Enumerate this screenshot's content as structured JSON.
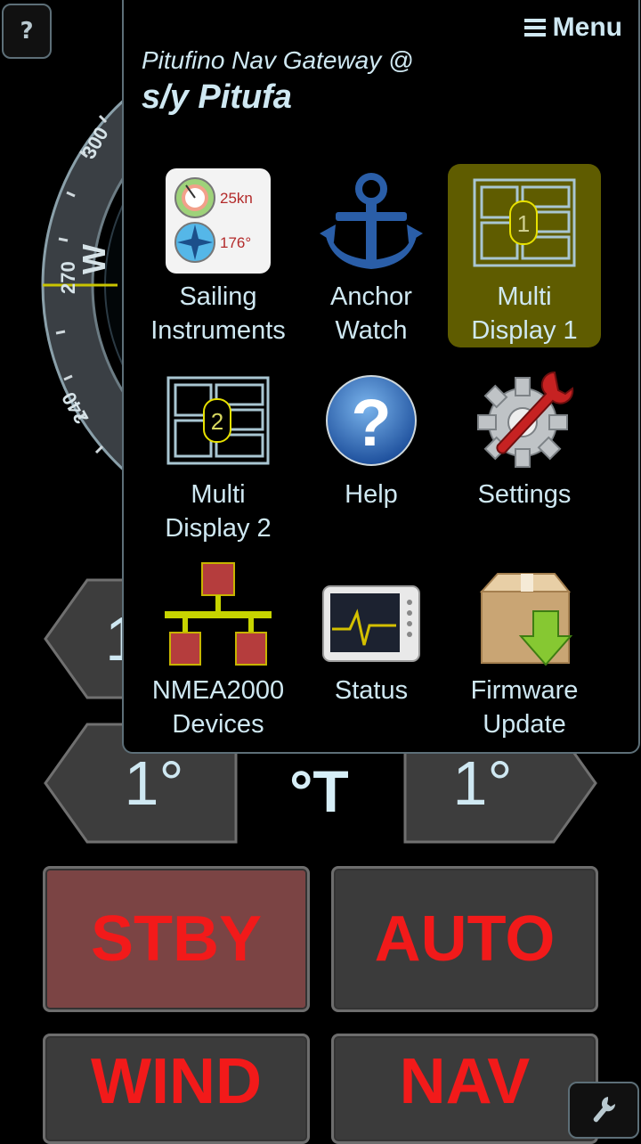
{
  "corner": {
    "help": "?",
    "tools_icon": "wrench-icon"
  },
  "compass": {
    "ticks": [
      "300",
      "270",
      "240"
    ],
    "cardinal": "W"
  },
  "adjust": {
    "row1_left": "1",
    "row2_left": "1°",
    "row2_right": "1°",
    "unit": "°T"
  },
  "modes": {
    "stby": "STBY",
    "auto": "AUTO",
    "wind": "WIND",
    "nav": "NAV"
  },
  "menu": {
    "button_label": "Menu",
    "gateway_title": "Pitufino Nav Gateway @",
    "boat_name": "s/y Pitufa",
    "items": [
      {
        "label1": "Sailing",
        "label2": "Instruments",
        "icon": "sailing-instruments-icon",
        "speed": "25kn",
        "heading": "176°"
      },
      {
        "label1": "Anchor",
        "label2": "Watch",
        "icon": "anchor-icon"
      },
      {
        "label1": "Multi",
        "label2": "Display 1",
        "icon": "multi-display-icon",
        "badge": "1",
        "active": true
      },
      {
        "label1": "Multi",
        "label2": "Display 2",
        "icon": "multi-display-icon",
        "badge": "2"
      },
      {
        "label1": "Help",
        "label2": "",
        "icon": "help-icon",
        "glyph": "?"
      },
      {
        "label1": "Settings",
        "label2": "",
        "icon": "settings-icon"
      },
      {
        "label1": "NMEA2000",
        "label2": "Devices",
        "icon": "network-icon"
      },
      {
        "label1": "Status",
        "label2": "",
        "icon": "status-monitor-icon"
      },
      {
        "label1": "Firmware",
        "label2": "Update",
        "icon": "firmware-package-icon"
      }
    ]
  }
}
